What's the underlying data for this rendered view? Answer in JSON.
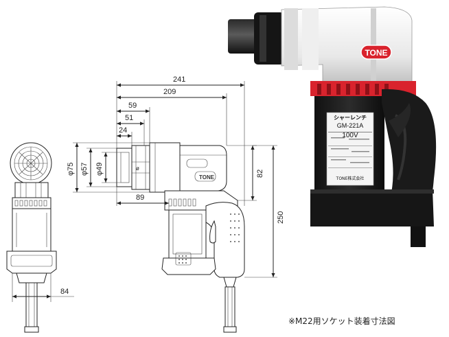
{
  "dimensions": {
    "length_241": "241",
    "length_209": "209",
    "length_59": "59",
    "length_51": "51",
    "length_24": "24",
    "dia_75": "φ75",
    "dia_57": "φ57",
    "dia_49": "φ49",
    "length_82": "82",
    "length_89": "89",
    "height_250": "250",
    "width_84": "84"
  },
  "caption": "※M22用ソケット装着寸法図",
  "product": {
    "brand_logo": "TONE",
    "label_title": "シャーレンチ",
    "model": "GM-221A",
    "voltage": "100V",
    "maker": "TONE株式会社"
  },
  "colors": {
    "brand_red": "#d9232d",
    "tool_black": "#1c1c1c",
    "tool_white": "#f2f2f2"
  }
}
